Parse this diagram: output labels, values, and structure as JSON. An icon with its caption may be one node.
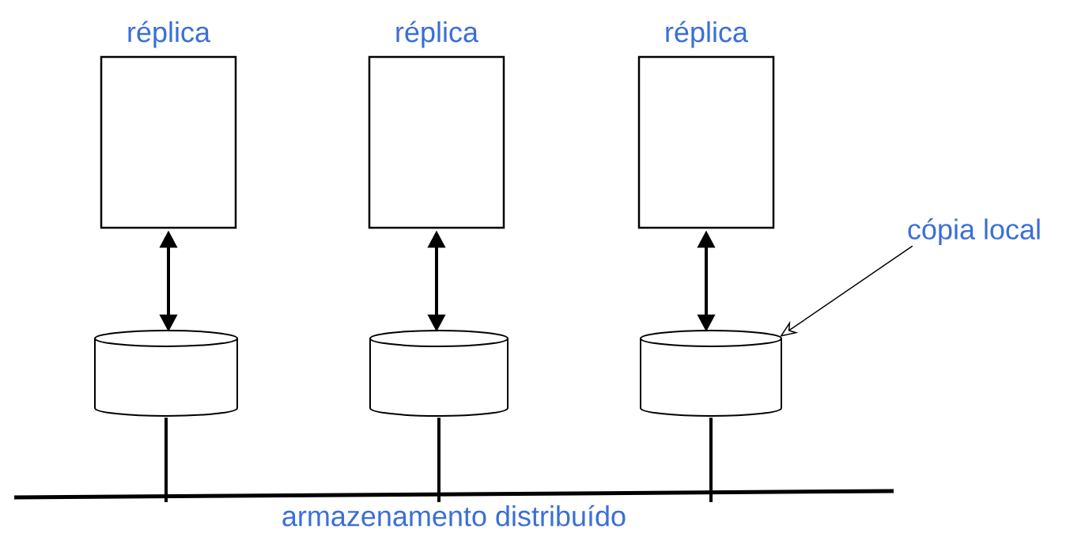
{
  "diagram": {
    "nodes": [
      {
        "text": [
          "réplica"
        ]
      },
      {
        "text": [
          "réplica"
        ]
      },
      {
        "text": [
          "réplica"
        ]
      },
      {
        "text": [],
        "shape": "cylinder"
      },
      {
        "text": [],
        "shape": "cylinder"
      },
      {
        "text": [],
        "shape": "cylinder"
      },
      {
        "text": [
          "armazenamento distribuído"
        ]
      },
      {
        "text": [
          "cópia local"
        ]
      }
    ],
    "edges": [
      {
        "from": 0,
        "to": 3,
        "arrow": "both"
      },
      {
        "from": 1,
        "to": 4,
        "arrow": "both"
      },
      {
        "from": 2,
        "to": 5,
        "arrow": "both"
      },
      {
        "from": 3,
        "to": 6,
        "arrow": "none"
      },
      {
        "from": 4,
        "to": 6,
        "arrow": "none"
      },
      {
        "from": 5,
        "to": 6,
        "arrow": "none"
      },
      {
        "from": 7,
        "to": 5,
        "arrow": "to"
      }
    ]
  }
}
